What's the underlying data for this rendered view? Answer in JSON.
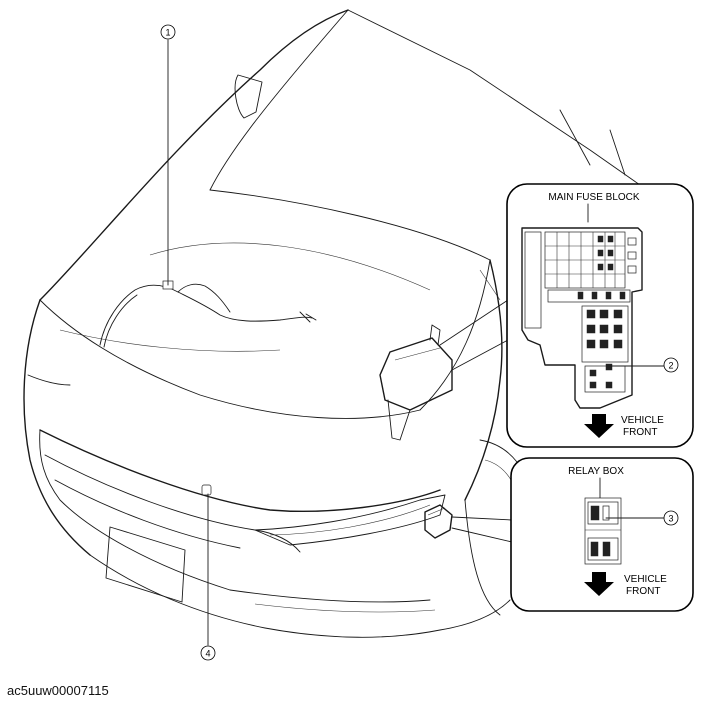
{
  "callouts": {
    "c1": "1",
    "c2": "2",
    "c3": "3",
    "c4": "4"
  },
  "main_fuse_panel": {
    "title": "MAIN FUSE BLOCK",
    "direction_line1": "VEHICLE",
    "direction_line2": "FRONT"
  },
  "relay_panel": {
    "title": "RELAY BOX",
    "direction_line1": "VEHICLE",
    "direction_line2": "FRONT"
  },
  "image_code": "ac5uuw00007115"
}
